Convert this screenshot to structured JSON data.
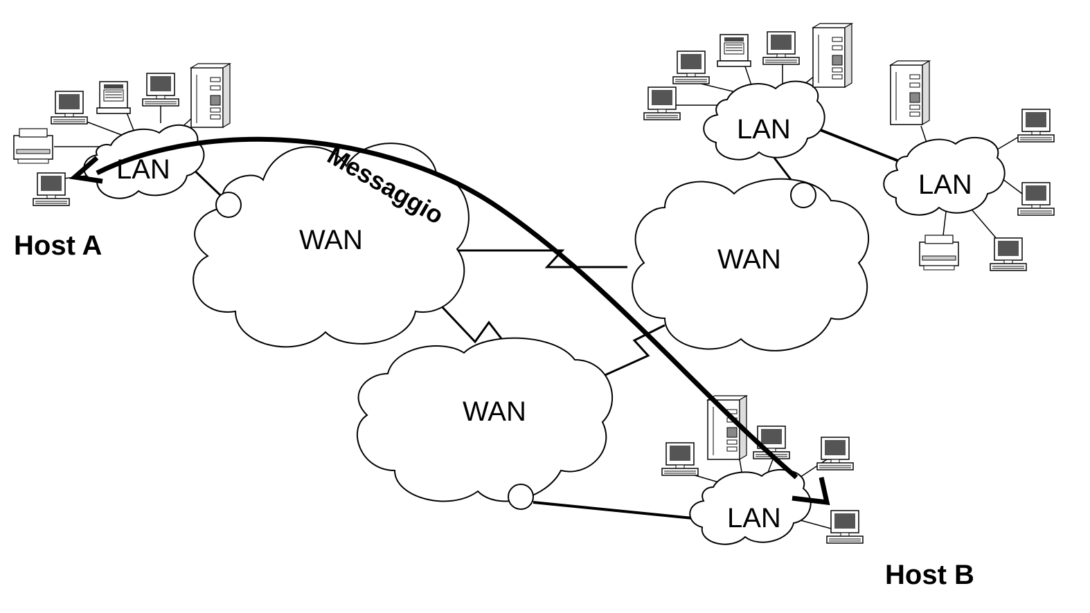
{
  "diagram": {
    "message_label": "Messaggio",
    "host_a": "Host A",
    "host_b": "Host B",
    "lan_label": "LAN",
    "wan_label": "WAN",
    "clouds": {
      "lan_a": "LAN",
      "lan_top_right": "LAN",
      "lan_far_right": "LAN",
      "lan_b": "LAN",
      "wan_left": "WAN",
      "wan_right": "WAN",
      "wan_bottom": "WAN"
    },
    "icons": [
      "pc-icon",
      "server-tower-icon",
      "workstation-icon",
      "printer-icon"
    ]
  }
}
